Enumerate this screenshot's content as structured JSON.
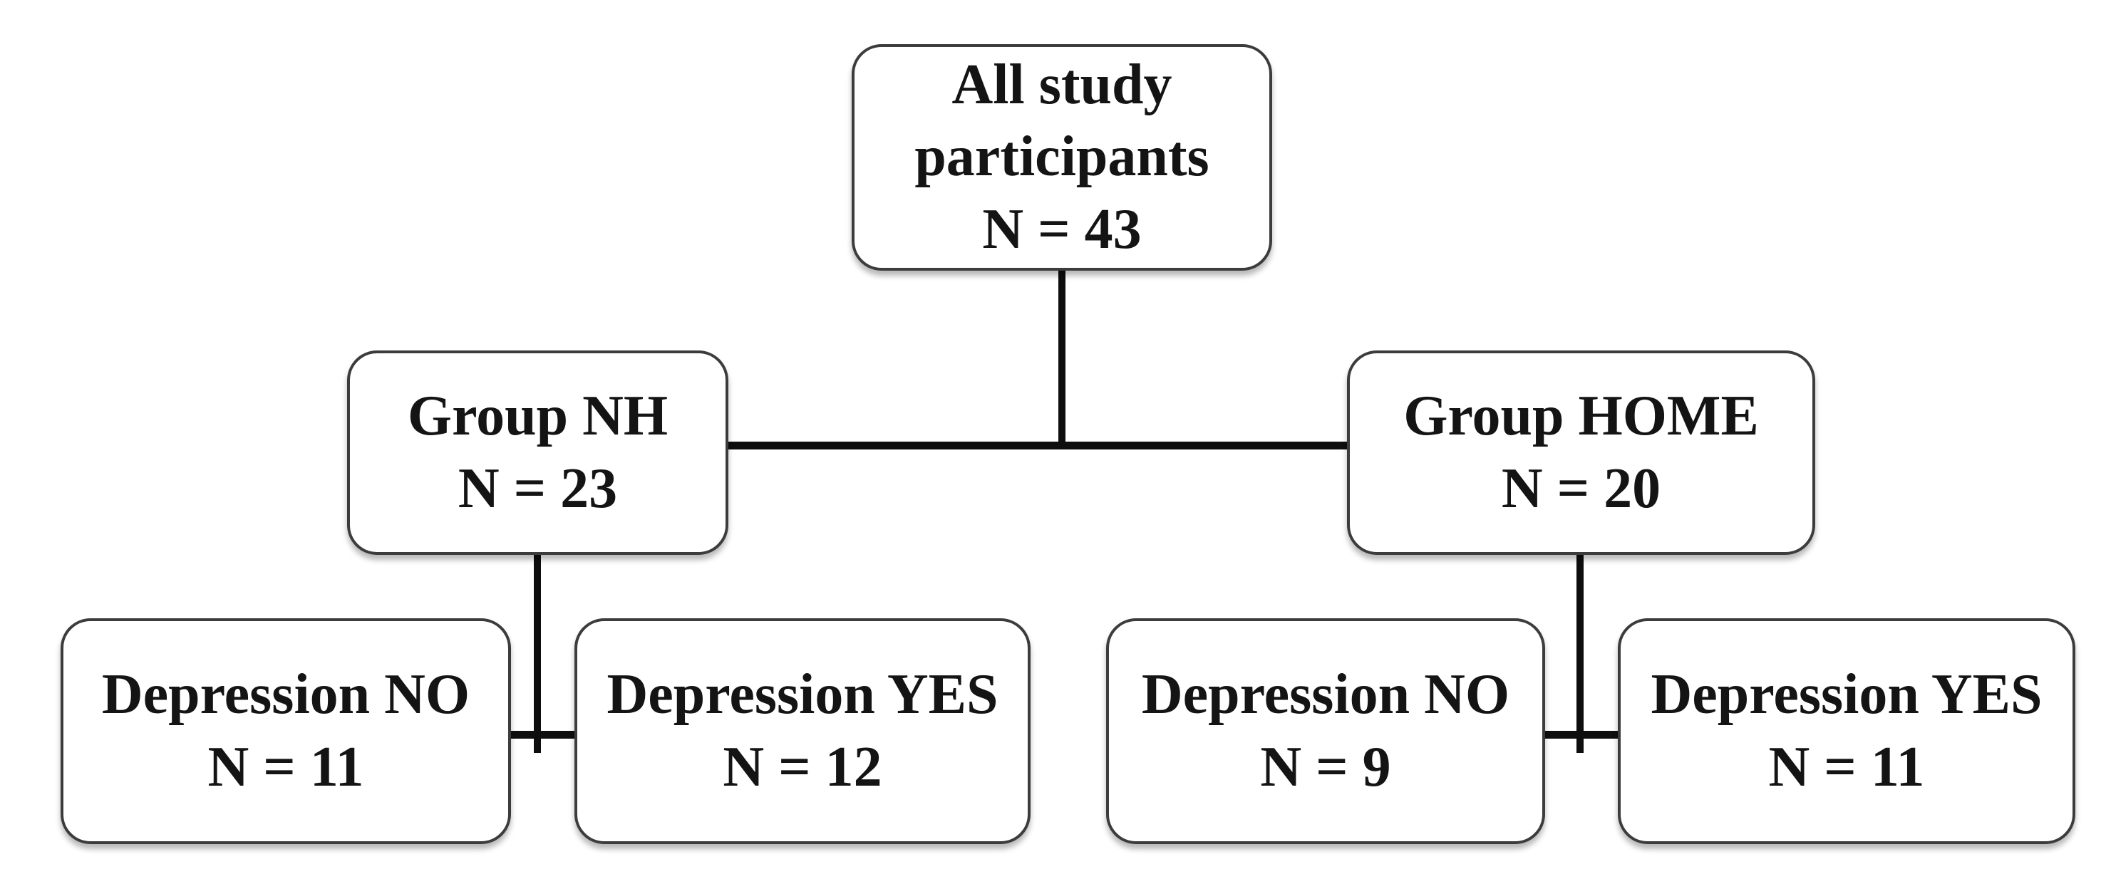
{
  "theme": {
    "background": "#ffffff",
    "line_color": "#0e0e0e",
    "box_border": "#3c3c3c",
    "box_fill": "#ffffff",
    "text_color": "#141414"
  },
  "diagram": {
    "type": "flowchart",
    "nodes": [
      {
        "id": "all-participants",
        "label": "All study participants",
        "count": "N = 43"
      },
      {
        "id": "group-nh",
        "label": "Group NH",
        "count": "N = 23"
      },
      {
        "id": "group-home",
        "label": "Group HOME",
        "count": "N = 20"
      },
      {
        "id": "depression-no-nh",
        "label": "Depression NO",
        "count": "N = 11"
      },
      {
        "id": "depression-yes-nh",
        "label": "Depression YES",
        "count": "N = 12"
      },
      {
        "id": "depression-no-home",
        "label": "Depression NO",
        "count": "N = 9"
      },
      {
        "id": "depression-yes-home",
        "label": "Depression YES",
        "count": "N = 11"
      }
    ],
    "edges": [
      {
        "from": "all-participants",
        "to": "group-nh"
      },
      {
        "from": "all-participants",
        "to": "group-home"
      },
      {
        "from": "group-nh",
        "to": "depression-no-nh"
      },
      {
        "from": "group-nh",
        "to": "depression-yes-nh"
      },
      {
        "from": "group-home",
        "to": "depression-no-home"
      },
      {
        "from": "group-home",
        "to": "depression-yes-home"
      }
    ]
  }
}
